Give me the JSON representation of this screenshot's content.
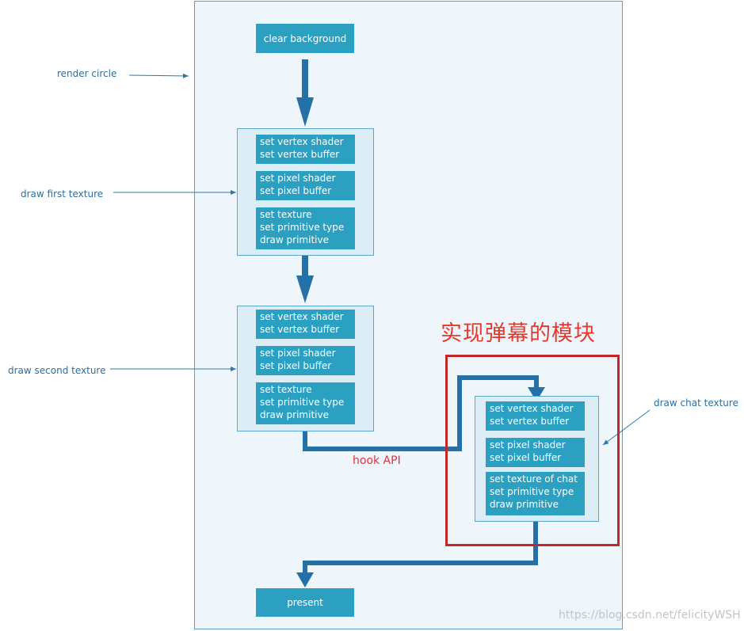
{
  "labels": {
    "render_circle": "render circle",
    "draw_first_texture": "draw first texture",
    "draw_second_texture": "draw second texture",
    "draw_chat_texture": "draw chat texture",
    "hook_api": "hook API",
    "module_title": "实现弹幕的模块",
    "watermark": "https://blog.csdn.net/felicityWSH"
  },
  "steps": {
    "clear_background": "clear background",
    "present": "present"
  },
  "first_texture": {
    "vertex": [
      "set vertex shader",
      "set vertex buffer"
    ],
    "pixel": [
      "set pixel shader",
      "set pixel buffer"
    ],
    "texture": [
      "set texture",
      "set primitive type",
      "draw primitive"
    ]
  },
  "second_texture": {
    "vertex": [
      "set vertex shader",
      "set vertex buffer"
    ],
    "pixel": [
      "set pixel shader",
      "set pixel buffer"
    ],
    "texture": [
      "set texture",
      "set primitive type",
      "draw primitive"
    ]
  },
  "chat_texture": {
    "vertex": [
      "set vertex shader",
      "set vertex buffer"
    ],
    "pixel": [
      "set pixel shader",
      "set pixel buffer"
    ],
    "texture": [
      "set texture of chat",
      "set primitive type",
      "draw primitive"
    ]
  },
  "colors": {
    "frame_bg": "#eef6fb",
    "group_bg": "#dcedf6",
    "box_bg": "#2ba0c1",
    "flow_arrow": "#2471a8",
    "module_border": "#c0282a",
    "label_text": "#2a6f9b",
    "hook_text": "#e0333a"
  }
}
